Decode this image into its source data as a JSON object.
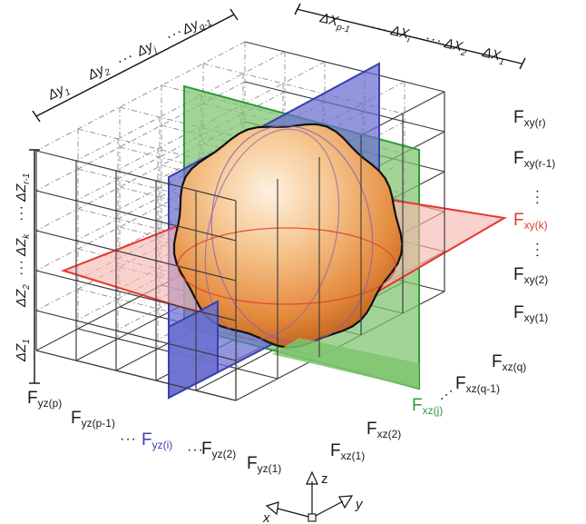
{
  "dims": {
    "x": [
      {
        "base": "ΔX",
        "sub": "p-1"
      },
      {
        "base": "ΔX",
        "sub": "i"
      },
      {
        "base": "ΔX",
        "sub": "2"
      },
      {
        "base": "ΔX",
        "sub": "1"
      }
    ],
    "y": [
      {
        "base": "Δy",
        "sub": "1"
      },
      {
        "base": "Δy",
        "sub": "2"
      },
      {
        "base": "Δy",
        "sub": "j"
      },
      {
        "base": "Δy",
        "sub": "q-1"
      }
    ],
    "z": [
      {
        "base": "ΔZ",
        "sub": "r-1"
      },
      {
        "base": "ΔZ",
        "sub": "k"
      },
      {
        "base": "ΔZ",
        "sub": "2"
      },
      {
        "base": "ΔZ",
        "sub": "1"
      }
    ]
  },
  "planes_xy": [
    {
      "base": "F",
      "sub": "xy(r)"
    },
    {
      "base": "F",
      "sub": "xy(r-1)"
    },
    {
      "base": "F",
      "sub": "xy(k)"
    },
    {
      "base": "F",
      "sub": "xy(2)"
    },
    {
      "base": "F",
      "sub": "xy(1)"
    }
  ],
  "planes_xz": [
    {
      "base": "F",
      "sub": "xz(q)"
    },
    {
      "base": "F",
      "sub": "xz(q-1)"
    },
    {
      "base": "F",
      "sub": "xz(j)"
    },
    {
      "base": "F",
      "sub": "xz(2)"
    },
    {
      "base": "F",
      "sub": "xz(1)"
    }
  ],
  "planes_yz": [
    {
      "base": "F",
      "sub": "yz(p)"
    },
    {
      "base": "F",
      "sub": "yz(p-1)"
    },
    {
      "base": "F",
      "sub": "yz(i)"
    },
    {
      "base": "F",
      "sub": "yz(2)"
    },
    {
      "base": "F",
      "sub": "yz(1)"
    }
  ],
  "axes": {
    "x": "x",
    "y": "y",
    "z": "z"
  },
  "colors": {
    "xy_plane": "#e8362f",
    "xz_plane": "#2e9a3a",
    "yz_plane": "#3a3fb0",
    "sphere_light": "#fdeed8",
    "sphere_dark": "#c2631b",
    "text": "#1a1a1a"
  }
}
